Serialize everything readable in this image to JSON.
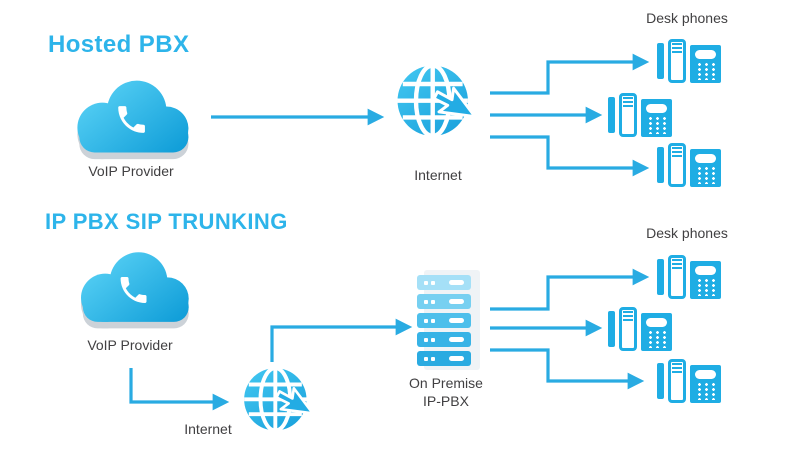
{
  "colors": {
    "accent": "#29abe2",
    "icon_cyan": "#1fade4",
    "title_cyan": "#2db4ea",
    "label_gray": "#414042",
    "cloud_gradient_top": "#55cff4",
    "cloud_gradient_bottom": "#129fd9",
    "cloud_shadow": "#ccd2d8"
  },
  "icons": {
    "cloud": "cloud-voip-icon",
    "phone_glyph": "phone-handset-icon",
    "globe": "internet-globe-icon",
    "cursor": "cursor-pointer-icon",
    "server": "pbx-server-icon",
    "desk_phone": "desk-phone-icon"
  },
  "hosted_pbx": {
    "title": "Hosted PBX",
    "voip_provider_label": "VoIP Provider",
    "internet_label": "Internet",
    "desk_phones_label": "Desk phones"
  },
  "ip_pbx_sip_trunking": {
    "title": "IP PBX SIP TRUNKING",
    "voip_provider_label": "VoIP Provider",
    "internet_label": "Internet",
    "on_premise_label_line1": "On Premise",
    "on_premise_label_line2": "IP-PBX",
    "desk_phones_label": "Desk phones"
  }
}
